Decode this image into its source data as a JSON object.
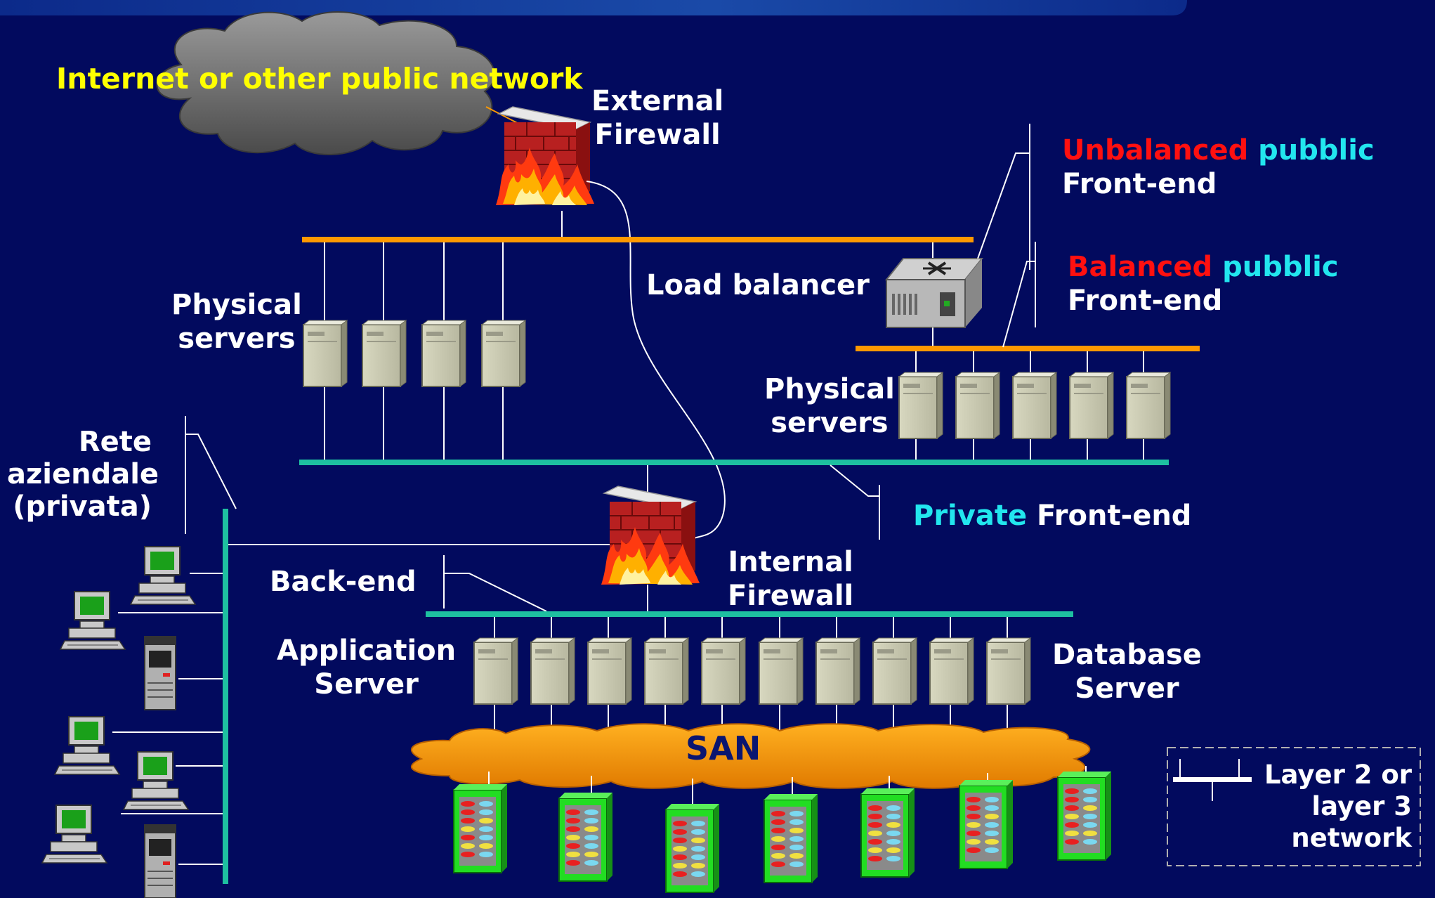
{
  "labels": {
    "internet": "Internet or other public network",
    "external_fw_1": "External",
    "external_fw_2": "Firewall",
    "unbalanced_1": "Unbalanced",
    "unbalanced_2": "pubblic",
    "unbalanced_3": "Front-end",
    "balanced_1": "Balanced",
    "balanced_2": "pubblic",
    "balanced_3": "Front-end",
    "load_balancer": "Load balancer",
    "physical_left_1": "Physical",
    "physical_left_2": "servers",
    "physical_right_1": "Physical",
    "physical_right_2": "servers",
    "rete_1": "Rete",
    "rete_2": "aziendale",
    "rete_3": "(privata)",
    "private_1": "Private",
    "private_2": "Front-end",
    "backend": "Back-end",
    "internal_fw_1": "Internal",
    "internal_fw_2": "Firewall",
    "app_server_1": "Application",
    "app_server_2": "Server",
    "db_server_1": "Database",
    "db_server_2": "Server",
    "san": "SAN",
    "legend_1": "Layer 2 or",
    "legend_2": "layer 3",
    "legend_3": "network"
  },
  "colors": {
    "background": "#020a5e",
    "public_bus": "#ff9900",
    "private_bus": "#1ec0a0",
    "highlight_red": "#ff1010",
    "highlight_cyan": "#22e6ee",
    "highlight_yellow": "#ffff00",
    "san_cloud": "#f4940a",
    "storage_green": "#22dd22"
  },
  "icons": [
    "cloud-icon",
    "firewall-icon",
    "load-balancer-icon",
    "server-icon",
    "workstation-icon",
    "tower-pc-icon",
    "storage-array-icon"
  ]
}
